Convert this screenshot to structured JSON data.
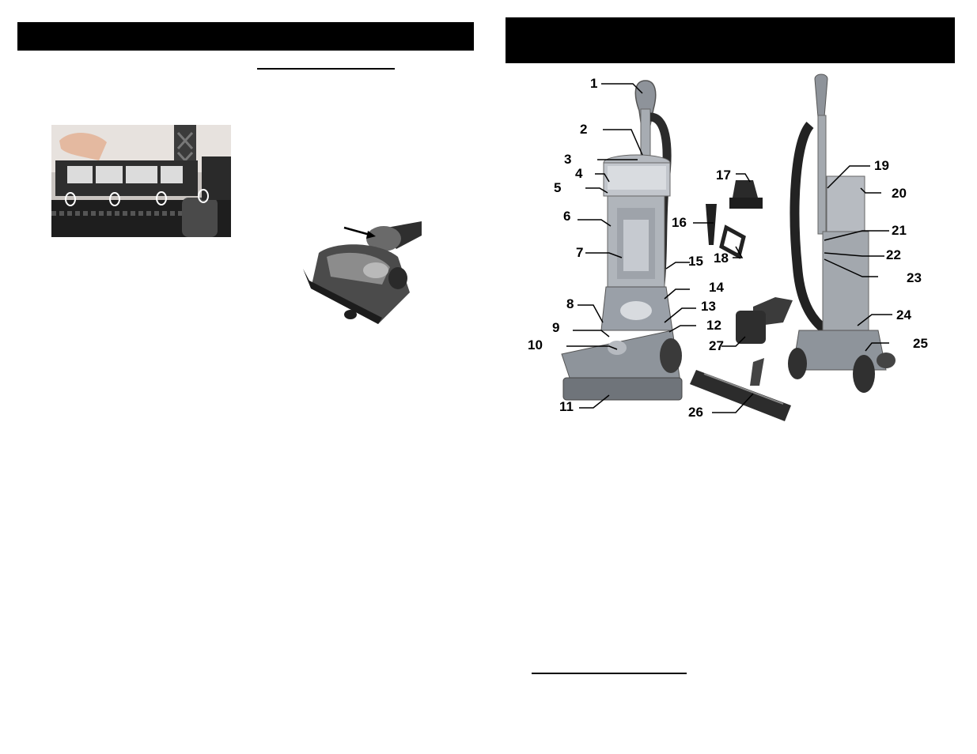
{
  "left_page": {
    "header_text": "",
    "section_heading": ""
  },
  "right_page": {
    "header_text": "",
    "footer_heading": "",
    "parts_callouts": [
      "1",
      "2",
      "3",
      "4",
      "5",
      "6",
      "7",
      "8",
      "9",
      "10",
      "11",
      "12",
      "13",
      "14",
      "15",
      "16",
      "17",
      "18",
      "19",
      "20",
      "21",
      "22",
      "23",
      "24",
      "25",
      "26",
      "27"
    ]
  },
  "colors": {
    "header_bar": "#000000",
    "vacuum_body": "#9aa0a8",
    "vacuum_dark": "#3a3a3a"
  }
}
